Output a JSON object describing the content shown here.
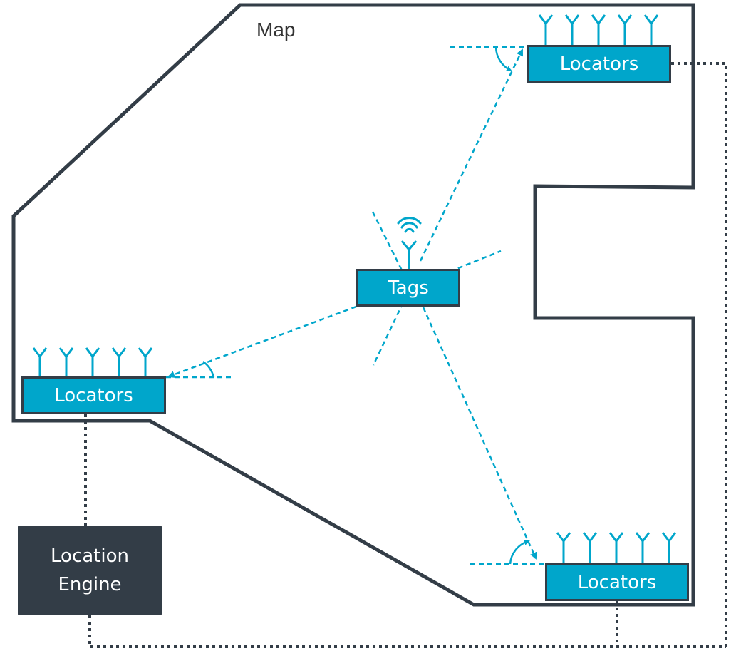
{
  "map": {
    "title": "Map"
  },
  "tag": {
    "label": "Tags"
  },
  "locators": [
    {
      "id": "top",
      "label": "Locators"
    },
    {
      "id": "left",
      "label": "Locators"
    },
    {
      "id": "bottom",
      "label": "Locators"
    }
  ],
  "engine": {
    "label": "Location\nEngine"
  },
  "colors": {
    "accent": "#00a6cb",
    "dark": "#333d47",
    "outline": "#333d47",
    "text": "#333333"
  }
}
